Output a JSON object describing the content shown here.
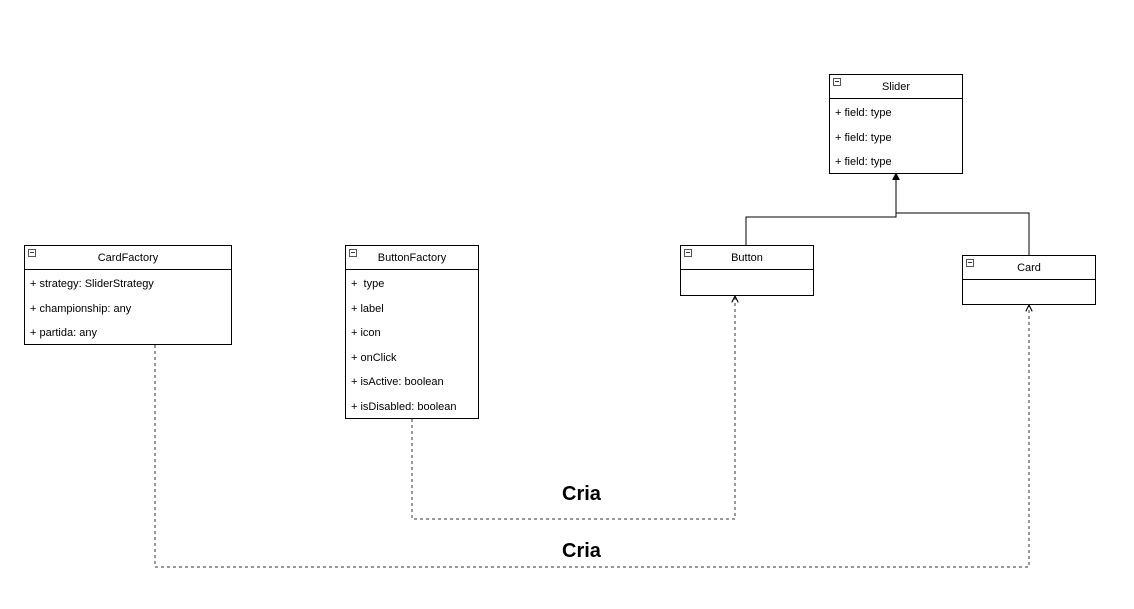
{
  "classes": {
    "slider": {
      "name": "Slider",
      "fields": [
        "+ field: type",
        "+ field: type",
        "+ field: type"
      ]
    },
    "card_factory": {
      "name": "CardFactory",
      "fields": [
        "+ strategy: SliderStrategy",
        "+ championship: any",
        "+ partida: any"
      ]
    },
    "button_factory": {
      "name": "ButtonFactory",
      "fields": [
        "+  type",
        "+ label",
        "+ icon",
        "+ onClick",
        "+ isActive: boolean",
        "+ isDisabled: boolean"
      ]
    },
    "button": {
      "name": "Button",
      "fields": []
    },
    "card": {
      "name": "Card",
      "fields": []
    }
  },
  "relations": {
    "button_factory_creates_button": {
      "label": "Cria",
      "style": "dashed",
      "arrow": "open"
    },
    "card_factory_creates_card": {
      "label": "Cria",
      "style": "dashed",
      "arrow": "open"
    },
    "button_inherits_slider": {
      "style": "solid",
      "arrow": "filled"
    },
    "card_inherits_slider": {
      "style": "solid",
      "arrow": "filled"
    }
  },
  "colors": {
    "line": "#000000",
    "dashed_line": "#333333",
    "background": "#ffffff"
  }
}
